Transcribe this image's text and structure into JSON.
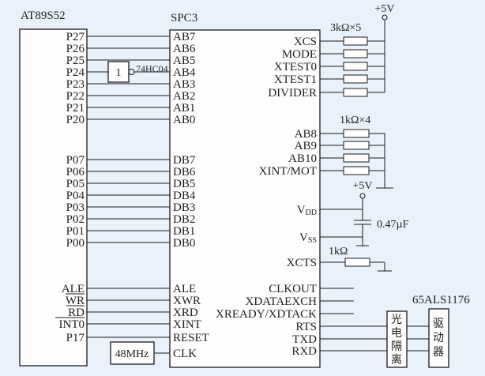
{
  "colors": {
    "background": "#e9f2fb",
    "box_fill": "#fefefe",
    "wire": "#1a1a1a",
    "text": "#1f1f1f"
  },
  "mcu": {
    "title": "AT89S52",
    "port2": [
      "P27",
      "P26",
      "P25",
      "P24",
      "P23",
      "P22",
      "P21",
      "P20"
    ],
    "port0": [
      "P07",
      "P06",
      "P05",
      "P04",
      "P03",
      "P02",
      "P01",
      "P00"
    ],
    "control": [
      "ALE",
      "WR",
      "RD",
      "INT0",
      "P17"
    ]
  },
  "inverter": {
    "gate_symbol": "1",
    "label": "74HC04"
  },
  "oscillator": {
    "label": "48MHz"
  },
  "spc3": {
    "title": "SPC3",
    "address_bus": [
      "AB7",
      "AB6",
      "AB5",
      "AB4",
      "AB3",
      "AB2",
      "AB1",
      "AB0"
    ],
    "data_bus": [
      "DB7",
      "DB6",
      "DB5",
      "DB4",
      "DB3",
      "DB2",
      "DB1",
      "DB0"
    ],
    "control": [
      "ALE",
      "XWR",
      "XRD",
      "XINT",
      "RESET",
      "CLK"
    ],
    "config": [
      "XCS",
      "MODE",
      "XTEST0",
      "XTEST1",
      "DIVIDER"
    ],
    "address_high": [
      "AB8",
      "AB9",
      "AB10",
      "XINT/MOT"
    ],
    "vdd": {
      "base": "V",
      "sub": "DD"
    },
    "vss": {
      "base": "V",
      "sub": "SS"
    },
    "xcts": "XCTS",
    "serial": [
      "CLKOUT",
      "XDATAEXCH",
      "XREADY/XDTACK",
      "RTS",
      "TXD",
      "RXD"
    ]
  },
  "power": {
    "vcc_top": "+5V",
    "vcc_mid": "+5V"
  },
  "components": {
    "pullup_array": "3kΩ×5",
    "pulldown_array": "1kΩ×4",
    "capacitor": "0.47µF",
    "xcts_resistor": "1kΩ"
  },
  "interface": {
    "chip": "65ALS1176",
    "isolation": {
      "label": "光电隔离",
      "chars": [
        "光",
        "电",
        "隔",
        "离"
      ]
    },
    "driver": {
      "label": "驱动器",
      "chars": [
        "驱",
        "动",
        "器"
      ]
    }
  }
}
